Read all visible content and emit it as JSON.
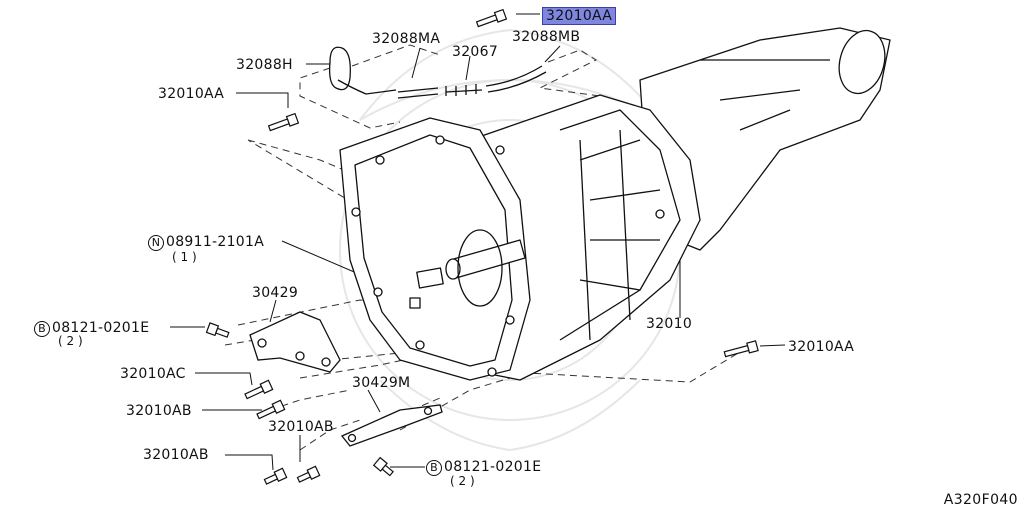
{
  "diagram": {
    "figure_code": "A320F040",
    "highlight_color": "#7f86e0",
    "parts": {
      "p_top": {
        "text": "32010AA",
        "highlighted": true
      },
      "p_32088ma": {
        "text": "32088MA"
      },
      "p_32067": {
        "text": "32067"
      },
      "p_32088mb": {
        "text": "32088MB"
      },
      "p_32088h": {
        "text": "32088H"
      },
      "p_left_aa": {
        "text": "32010AA"
      },
      "p_nut": {
        "prefix": "N",
        "text": "08911-2101A",
        "qty": "( 1 )"
      },
      "p_30429": {
        "text": "30429"
      },
      "p_bolt_left": {
        "prefix": "B",
        "text": "08121-0201E",
        "qty": "( 2 )"
      },
      "p_32010": {
        "text": "32010"
      },
      "p_right_aa": {
        "text": "32010AA"
      },
      "p_32010ac": {
        "text": "32010AC"
      },
      "p_30429m": {
        "text": "30429M"
      },
      "p_ab_1": {
        "text": "32010AB"
      },
      "p_ab_2": {
        "text": "32010AB"
      },
      "p_ab_3": {
        "text": "32010AB"
      },
      "p_bolt_bottom": {
        "prefix": "B",
        "text": "08121-0201E",
        "qty": "( 2 )"
      }
    }
  }
}
